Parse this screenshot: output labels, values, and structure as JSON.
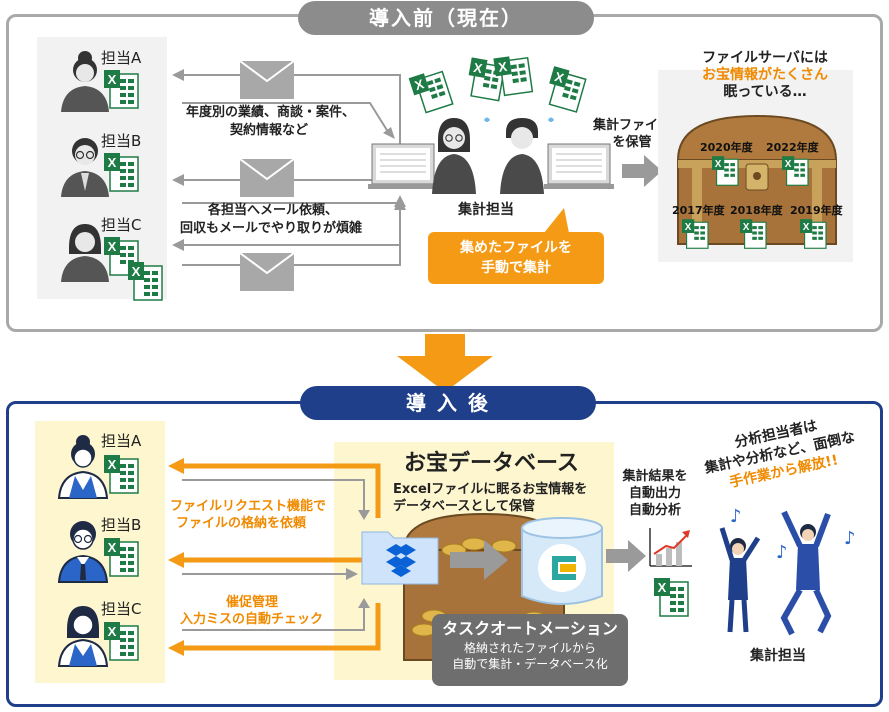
{
  "before": {
    "title": "導入前（現在）",
    "person_a": "担当A",
    "person_b": "担当B",
    "person_c": "担当C",
    "top_msg_line1": "年度別の業績、商談・案件、",
    "top_msg_line2": "契約情報など",
    "mid_msg_line1": "各担当へメール依頼、",
    "mid_msg_line2": "回収もメールでやり取りが煩雑",
    "aggregator": "集計担当",
    "manual_line1": "集めたファイルを",
    "manual_line2": "手動で集計",
    "store_line1": "集計ファイル",
    "store_line2": "を保管",
    "server_line1": "ファイルサーバには",
    "server_line2": "お宝情報がたくさん",
    "server_line3": "眠っている…",
    "years": [
      "2020年度",
      "2022年度",
      "2017年度",
      "2018年度",
      "2019年度"
    ]
  },
  "after": {
    "title": "導 入 後",
    "person_a": "担当A",
    "person_b": "担当B",
    "person_c": "担当C",
    "request_line1": "ファイルリクエスト機能で",
    "request_line2": "ファイルの格納を依頼",
    "reminder_line1": "催促管理",
    "reminder_line2": "入力ミスの自動チェック",
    "db_title": "お宝データベース",
    "db_desc_line1": "Excelファイルに眠るお宝情報を",
    "db_desc_line2": "データベースとして保管",
    "automation_title": "タスクオートメーション",
    "automation_line1": "格納されたファイルから",
    "automation_line2": "自動で集計・データベース化",
    "output_line1": "集計結果を",
    "output_line2": "自動出力",
    "output_line3": "自動分析",
    "analyst_line1": "分析担当者は",
    "analyst_line2": "集計や分析など、面倒な",
    "analyst_line3": "手作業から解放!!",
    "aggregator": "集計担当"
  },
  "colors": {
    "orange": "#f59a14",
    "navy": "#1f3f8a",
    "gray": "#8c8c8c",
    "excel_green": "#1e7b45"
  }
}
